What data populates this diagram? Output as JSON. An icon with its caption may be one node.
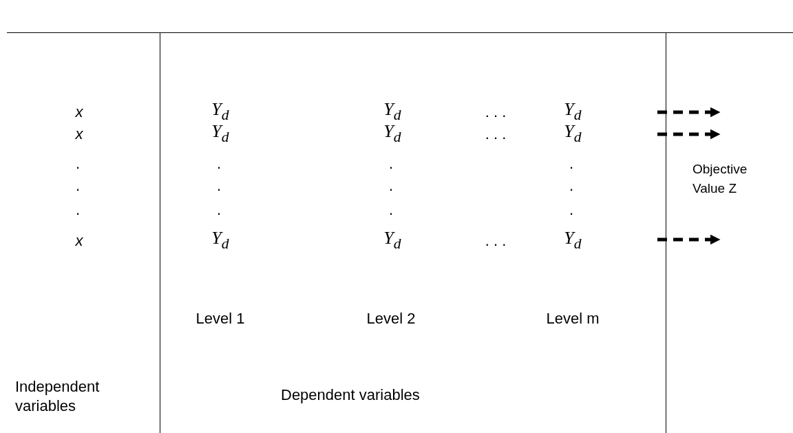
{
  "diagram": {
    "nodes": [
      {
        "text": [
          "Independent variables"
        ]
      },
      {
        "text": [
          "Dependent variables"
        ]
      },
      {
        "text": [
          "Objective Value Z"
        ]
      }
    ],
    "edges": [
      {
        "from": 1,
        "to": 2,
        "arrow": "to",
        "style": "dashed"
      },
      {
        "from": 1,
        "to": 2,
        "arrow": "to",
        "style": "dashed"
      },
      {
        "from": 1,
        "to": 2,
        "arrow": "to",
        "style": "dashed"
      }
    ],
    "labels": [
      "x",
      "Y$_{d}$",
      "Y$_{d}$",
      ". . .",
      "Y$_{d}$",
      "x",
      "Y$_{d}$",
      "Y$_{d}$",
      ". . .",
      "Y$_{d}$",
      ".",
      ".",
      ".",
      ".",
      ".",
      ".",
      ".",
      ".",
      ".",
      ".",
      ".",
      ".",
      "x",
      "Y$_{d}$",
      "Y$_{d}$",
      ". . .",
      "Y$_{d}$",
      "Level 1",
      "Level 2",
      "Level m"
    ]
  }
}
